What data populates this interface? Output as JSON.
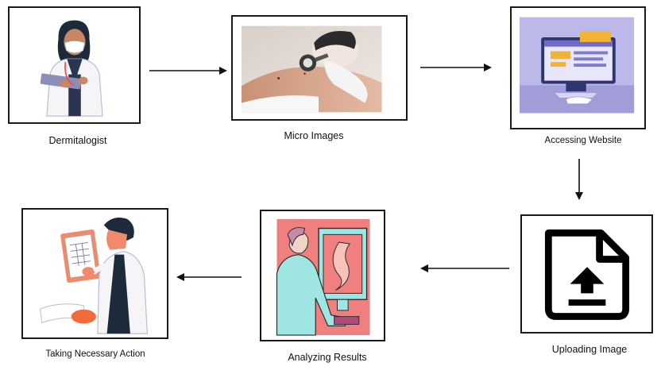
{
  "steps": [
    {
      "label": "Dermitalogist",
      "icon": "doctor-illustration"
    },
    {
      "label": "Micro Images",
      "icon": "dermoscope-photo"
    },
    {
      "label": "Accessing Website",
      "icon": "website-illustration"
    },
    {
      "label": "Uploading Image",
      "icon": "file-upload-icon"
    },
    {
      "label": "Analyzing Results",
      "icon": "analysis-illustration"
    },
    {
      "label": "Taking Necessary Action",
      "icon": "action-illustration"
    }
  ],
  "colors": {
    "border": "#1a1a1a",
    "skin": "#e8c9b4",
    "accent_purple": "#b9b6e6",
    "accent_salmon": "#f07f7f",
    "accent_teal": "#9fe6e2",
    "orange": "#f26a3d"
  }
}
